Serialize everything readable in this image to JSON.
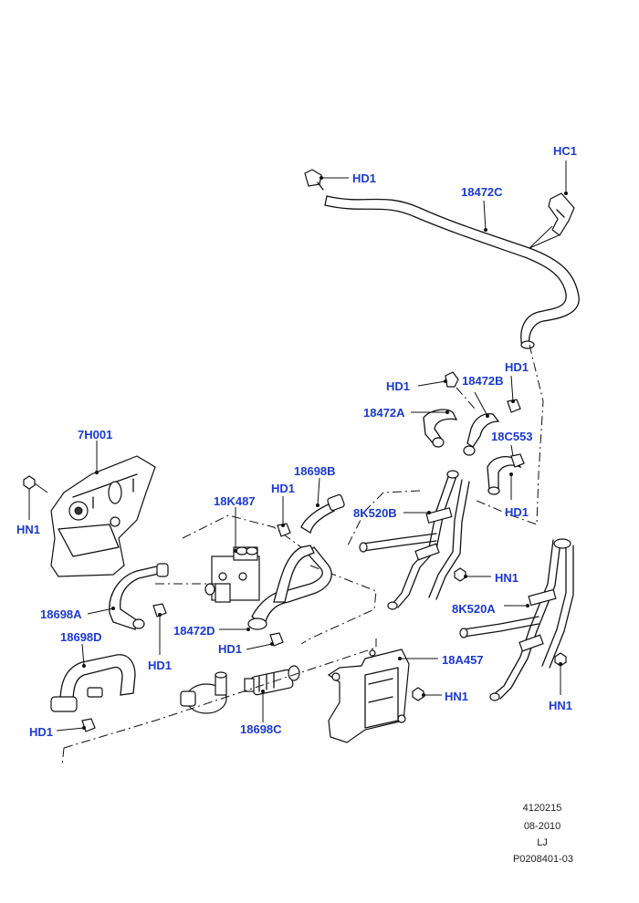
{
  "callouts": {
    "hc1": "HC1",
    "hd1_top": "HD1",
    "p18472c": "18472C",
    "hd1_mid": "HD1",
    "p18472b": "18472B",
    "hd1_right": "HD1",
    "p18472a": "18472A",
    "p18c553": "18C553",
    "p7h001": "7H001",
    "p18698b": "18698B",
    "hd1_a": "HD1",
    "p18k487": "18K487",
    "p8k520b": "8K520B",
    "hd1_b": "HD1",
    "hn1_left": "HN1",
    "hn1_mid": "HN1",
    "p8k520a": "8K520A",
    "p18698a": "18698A",
    "hd1_c": "HD1",
    "p18472d": "18472D",
    "p18698d": "18698D",
    "hd1_d": "HD1",
    "p18a457": "18A457",
    "hn1_low": "HN1",
    "hn1_right": "HN1",
    "hd1_e": "HD1",
    "p18698c": "18698C"
  },
  "footer": {
    "line1": "4120215",
    "line2": "08-2010",
    "line3": "LJ",
    "line4": "P0208401-03"
  }
}
